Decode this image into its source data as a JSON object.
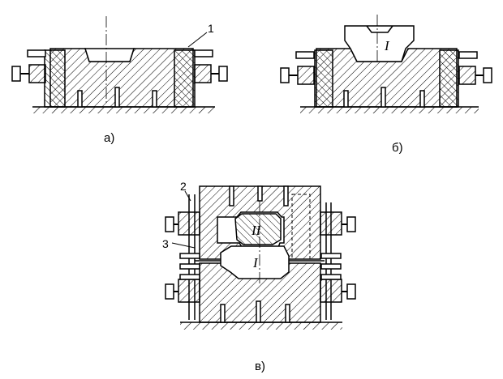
{
  "figure": {
    "panel_labels": {
      "a": "а)",
      "b": "б)",
      "v": "в)"
    },
    "callouts": {
      "part1": "1",
      "part2": "2",
      "part3": "3"
    },
    "part_marks": {
      "lower": "I",
      "upper": "II"
    }
  },
  "colors": {
    "ink": "#000000",
    "paper": "#ffffff"
  }
}
